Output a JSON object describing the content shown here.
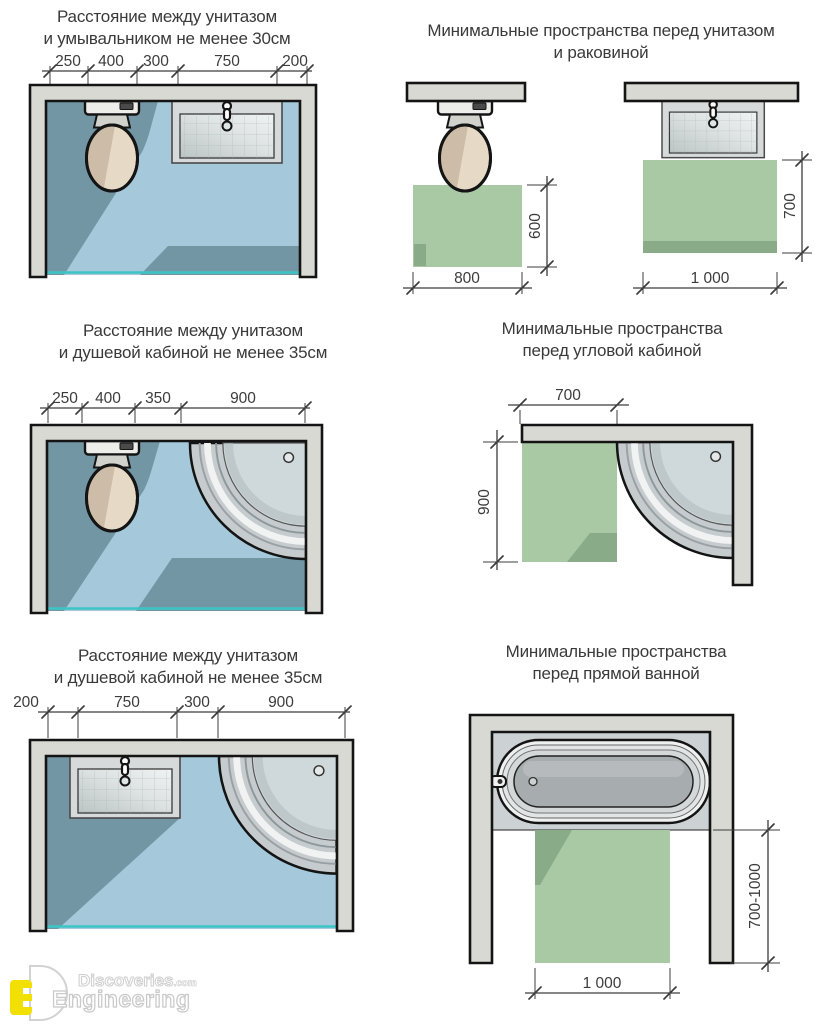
{
  "colors": {
    "wall_fill": "#d9d9d4",
    "outline": "#141414",
    "floor_light": "#a5c9da",
    "floor_dark": "#7396a4",
    "door_opening": "#3cc5c5",
    "clearance_green": "#a9c9a5",
    "clearance_green_dark": "#8aab87",
    "dimension": "#3c3c3c",
    "logo_yellow": "#f3e003"
  },
  "panel_toilet_sink": {
    "title_line1": "Расстояние между унитазом",
    "title_line2": "и умывальником не менее 30см",
    "dim_labels": [
      "250",
      "400",
      "300",
      "750",
      "200"
    ]
  },
  "panel_min_toilet_sink": {
    "title_line1": "Минимальные пространства перед унитазом",
    "title_line2": "и раковиной",
    "toilet_zone_width": "800",
    "toilet_zone_depth": "600",
    "sink_zone_width": "1 000",
    "sink_zone_depth": "700"
  },
  "panel_toilet_shower": {
    "title_line1": "Расстояние между унитазом",
    "title_line2": "и душевой кабиной не менее 35см",
    "dim_labels": [
      "250",
      "400",
      "350",
      "900"
    ]
  },
  "panel_min_corner_shower": {
    "title_line1": "Минимальные пространства",
    "title_line2": "перед угловой кабиной",
    "zone_width": "700",
    "zone_depth": "900"
  },
  "panel_sink_shower": {
    "title_line1": "Расстояние между унитазом",
    "title_line2": "и душевой кабиной не менее 35см",
    "dim_labels": [
      "200",
      "750",
      "300",
      "900"
    ]
  },
  "panel_min_bath": {
    "title_line1": "Минимальные пространства",
    "title_line2": "перед прямой ванной",
    "zone_width": "1 000",
    "zone_depth": "700-1000"
  },
  "logo": {
    "brand_top": "Discoveries",
    "brand_top_suffix": ".com",
    "brand_bottom": "Engineering"
  }
}
